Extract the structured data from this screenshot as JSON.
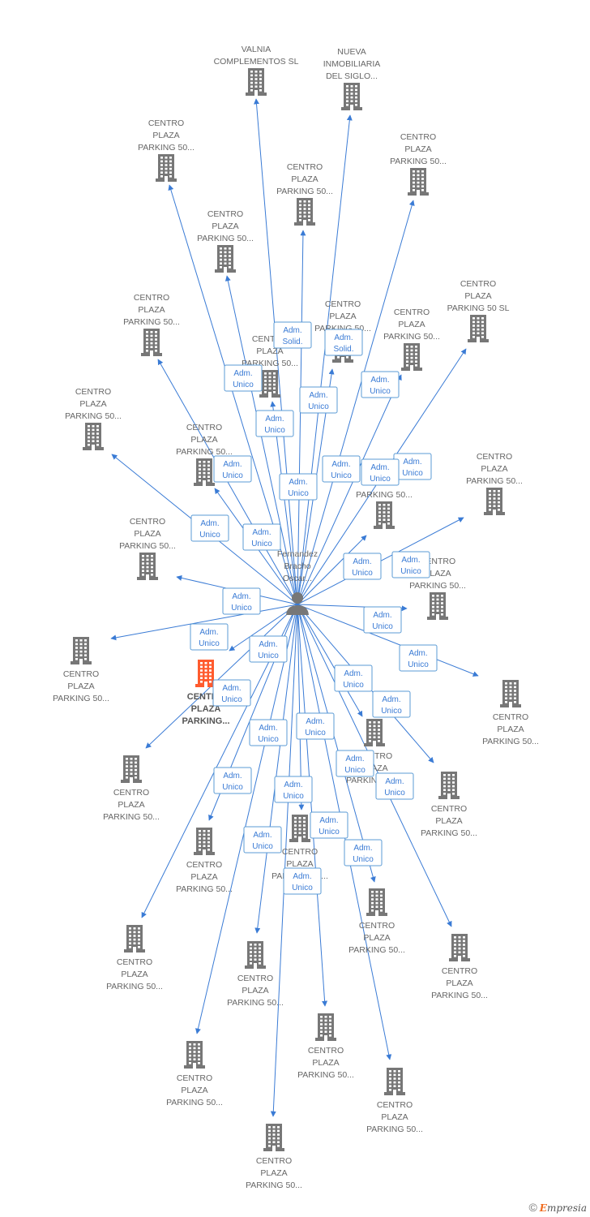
{
  "colors": {
    "edge": "#3a7bd5",
    "box_border": "#5b9bd5",
    "building": "#777777",
    "highlight": "#ff5b2e",
    "person": "#777777"
  },
  "center": {
    "label": [
      "Fernandez",
      "Bracho",
      "Oscar..."
    ],
    "icon": "person-icon"
  },
  "companies": [
    {
      "id": "c1",
      "label": [
        "VALNIA",
        "COMPLEMENTOS SL"
      ],
      "icon": "building-icon"
    },
    {
      "id": "c2",
      "label": [
        "NUEVA",
        "INMOBILIARIA",
        "DEL SIGLO..."
      ],
      "icon": "building-icon"
    },
    {
      "id": "c3",
      "label": [
        "CENTRO",
        "PLAZA",
        "PARKING 50..."
      ],
      "icon": "building-icon"
    },
    {
      "id": "c4",
      "label": [
        "CENTRO",
        "PLAZA",
        "PARKING 50..."
      ],
      "icon": "building-icon"
    },
    {
      "id": "c5",
      "label": [
        "CENTRO",
        "PLAZA",
        "PARKING 50..."
      ],
      "icon": "building-icon"
    },
    {
      "id": "c6",
      "label": [
        "CENTRO",
        "PLAZA",
        "PARKING 50..."
      ],
      "icon": "building-icon"
    },
    {
      "id": "c7",
      "label": [
        "CENTRO",
        "PLAZA",
        "PARKING 50 SL"
      ],
      "icon": "building-icon"
    },
    {
      "id": "c8",
      "label": [
        "CENTRO",
        "PLAZA",
        "PARKING 50..."
      ],
      "icon": "building-icon"
    },
    {
      "id": "c9",
      "label": [
        "CENTRO",
        "PLAZA",
        "PARKING 50..."
      ],
      "icon": "building-icon"
    },
    {
      "id": "c10",
      "label": [
        "CENTRO",
        "PLAZA",
        "PARKING 50..."
      ],
      "icon": "building-icon"
    },
    {
      "id": "c11",
      "label": [
        "CENTRO",
        "PLAZA",
        "PARKING 50..."
      ],
      "icon": "building-icon"
    },
    {
      "id": "c12",
      "label": [
        "CENTRO",
        "PLAZA",
        "PARKING 50..."
      ],
      "icon": "building-icon"
    },
    {
      "id": "c13",
      "label": [
        "CENTRO",
        "PLAZA",
        "PARKING 50..."
      ],
      "icon": "building-icon"
    },
    {
      "id": "c14",
      "label": [
        "CENTRO",
        "PLAZA",
        "PARKING 50..."
      ],
      "icon": "building-icon"
    },
    {
      "id": "c15",
      "label": [
        "CENTRO",
        "PLAZA",
        "PARKING 50..."
      ],
      "icon": "building-icon"
    },
    {
      "id": "c16",
      "label": [
        "CENTRO",
        "PLAZA",
        "PARKING 50..."
      ],
      "icon": "building-icon"
    },
    {
      "id": "c17",
      "label": [
        "CENTRO",
        "PLAZA",
        "PARKING 50..."
      ],
      "icon": "building-icon"
    },
    {
      "id": "c18",
      "label": [
        "CENTRO",
        "PLAZA",
        "PARKING 50..."
      ],
      "icon": "building-icon"
    },
    {
      "id": "c19",
      "label": [
        "CENTRO",
        "PLAZA",
        "PARKING 50..."
      ],
      "icon": "building-icon"
    },
    {
      "id": "c20",
      "label": [
        "CENTRO",
        "PLAZA",
        "PARKING 50..."
      ],
      "icon": "building-icon"
    },
    {
      "id": "c21",
      "label": [
        "CENTRO",
        "PLAZA",
        "PARKING..."
      ],
      "icon": "building-icon",
      "highlight": true
    },
    {
      "id": "c22",
      "label": [
        "CENTRO",
        "PLAZA",
        "PARKING 50..."
      ],
      "icon": "building-icon"
    },
    {
      "id": "c23",
      "label": [
        "CENTRO",
        "PLAZA",
        "PARKING 50..."
      ],
      "icon": "building-icon"
    },
    {
      "id": "c24",
      "label": [
        "CENTRO",
        "PLAZA",
        "PARKING 50..."
      ],
      "icon": "building-icon"
    },
    {
      "id": "c25",
      "label": [
        "CENTRO",
        "PLAZA",
        "PARKING 50..."
      ],
      "icon": "building-icon"
    },
    {
      "id": "c26",
      "label": [
        "CENTRO",
        "PLAZA",
        "PARKING 50..."
      ],
      "icon": "building-icon"
    },
    {
      "id": "c27",
      "label": [
        "CENTRO",
        "PLAZA",
        "PARKING 50..."
      ],
      "icon": "building-icon"
    },
    {
      "id": "c28",
      "label": [
        "CENTRO",
        "PLAZA",
        "PARKING 50..."
      ],
      "icon": "building-icon"
    },
    {
      "id": "c29",
      "label": [
        "CENTRO",
        "PLAZA",
        "PARKING 50..."
      ],
      "icon": "building-icon"
    },
    {
      "id": "c30",
      "label": [
        "CENTRO",
        "PLAZA",
        "PARKING 50..."
      ],
      "icon": "building-icon"
    },
    {
      "id": "c31",
      "label": [
        "CENTRO",
        "PLAZA",
        "PARKING 50..."
      ],
      "icon": "building-icon"
    },
    {
      "id": "c32",
      "label": [
        "CENTRO",
        "PLAZA",
        "PARKING 50..."
      ],
      "icon": "building-icon"
    },
    {
      "id": "c33",
      "label": [
        "CENTRO",
        "PLAZA",
        "PARKING 50..."
      ],
      "icon": "building-icon"
    }
  ],
  "edges": [
    {
      "to": "c1",
      "role": [
        "Adm.",
        "Solid."
      ]
    },
    {
      "to": "c2",
      "role": [
        "Adm.",
        "Solid."
      ]
    },
    {
      "to": "c3",
      "role": [
        "Adm.",
        "Unico"
      ]
    },
    {
      "to": "c4",
      "role": [
        "Adm.",
        "Unico"
      ]
    },
    {
      "to": "c5",
      "role": [
        "Adm.",
        "Unico"
      ]
    },
    {
      "to": "c6",
      "role": [
        "Adm.",
        "Unico"
      ]
    },
    {
      "to": "c7",
      "role": [
        "Adm.",
        "Unico"
      ]
    },
    {
      "to": "c8",
      "role": [
        "Adm.",
        "Unico"
      ]
    },
    {
      "to": "c9",
      "role": [
        "Adm.",
        "Unico"
      ]
    },
    {
      "to": "c10",
      "role": [
        "Adm.",
        "Unico"
      ]
    },
    {
      "to": "c11",
      "role": [
        "Adm.",
        "Unico"
      ]
    },
    {
      "to": "c12",
      "role": [
        "Adm.",
        "Unico"
      ]
    },
    {
      "to": "c13",
      "role": [
        "Adm.",
        "Unico"
      ]
    },
    {
      "to": "c14",
      "role": [
        "Adm.",
        "Unico"
      ]
    },
    {
      "to": "c15",
      "role": [
        "Adm.",
        "Unico"
      ]
    },
    {
      "to": "c16",
      "role": [
        "Adm.",
        "Unico"
      ]
    },
    {
      "to": "c17",
      "role": [
        "Adm.",
        "Unico"
      ]
    },
    {
      "to": "c18",
      "role": [
        "Adm.",
        "Unico"
      ]
    },
    {
      "to": "c19",
      "role": [
        "Adm.",
        "Unico"
      ]
    },
    {
      "to": "c20",
      "role": [
        "Adm.",
        "Unico"
      ]
    },
    {
      "to": "c21",
      "role": [
        "Adm.",
        "Unico"
      ]
    },
    {
      "to": "c22",
      "role": [
        "Adm.",
        "Unico"
      ]
    },
    {
      "to": "c23",
      "role": [
        "Adm.",
        "Unico"
      ]
    },
    {
      "to": "c24",
      "role": [
        "Adm.",
        "Unico"
      ]
    },
    {
      "to": "c25",
      "role": [
        "Adm.",
        "Unico"
      ]
    },
    {
      "to": "c26",
      "role": [
        "Adm.",
        "Unico"
      ]
    },
    {
      "to": "c27",
      "role": [
        "Adm.",
        "Unico"
      ]
    },
    {
      "to": "c28",
      "role": [
        "Adm.",
        "Unico"
      ]
    },
    {
      "to": "c29",
      "role": [
        "Adm.",
        "Unico"
      ]
    },
    {
      "to": "c30",
      "role": [
        "Adm.",
        "Unico"
      ]
    },
    {
      "to": "c31",
      "role": [
        "Adm.",
        "Unico"
      ]
    },
    {
      "to": "c32",
      "role": [
        "Adm.",
        "Unico"
      ]
    },
    {
      "to": "c33",
      "role": [
        "Adm.",
        "Unico"
      ]
    }
  ],
  "footer": {
    "copyright_symbol": "©",
    "brand_first": "E",
    "brand_rest": "mpresia"
  }
}
